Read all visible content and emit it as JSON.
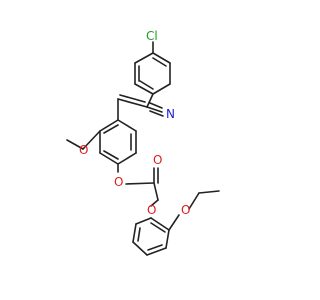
{
  "atoms": {
    "cl": "Cl",
    "n": "N",
    "o_methoxy": "O",
    "o_ester": "O",
    "o_carbonyl": "O",
    "o_ether1": "O",
    "o_ether2": "O"
  },
  "colors": {
    "bond": "#222222",
    "chlorine": "#1f9e1f",
    "nitrogen": "#1c1cdb",
    "oxygen": "#e01c1c",
    "background": "#ffffff"
  }
}
